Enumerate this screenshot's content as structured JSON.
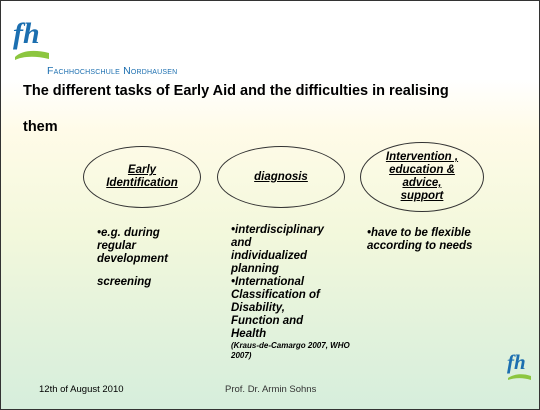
{
  "header": {
    "school_name": "Fachhochschule Nordhausen",
    "logo_text": "fh"
  },
  "title": {
    "line1": "The different tasks of Early Aid and the difficulties in realising",
    "line2": "them"
  },
  "columns": [
    {
      "heading_line1": "Early",
      "heading_line2": "Identification",
      "items": [
        "•e.g. during",
        "regular",
        "development",
        "screening"
      ]
    },
    {
      "heading_line1": "diagnosis",
      "items": [
        "•interdisciplinary",
        "and",
        "individualized",
        "planning",
        "•International",
        "Classification of",
        "Disability,",
        "Function and",
        "Health"
      ],
      "citation": "(Kraus-de-Camargo 2007, WHO 2007)"
    },
    {
      "heading_line1": "Intervention ,",
      "heading_line2": "education &",
      "heading_line3": "advice,",
      "heading_line4": "support",
      "items": [
        "•have to be flexible",
        "according to needs"
      ]
    }
  ],
  "footer": {
    "date": "12th of August 2010",
    "presenter": "Prof. Dr. Armin Sohns"
  },
  "colors": {
    "logo_blue": "#1c6fb0",
    "logo_green": "#8cc63f"
  }
}
